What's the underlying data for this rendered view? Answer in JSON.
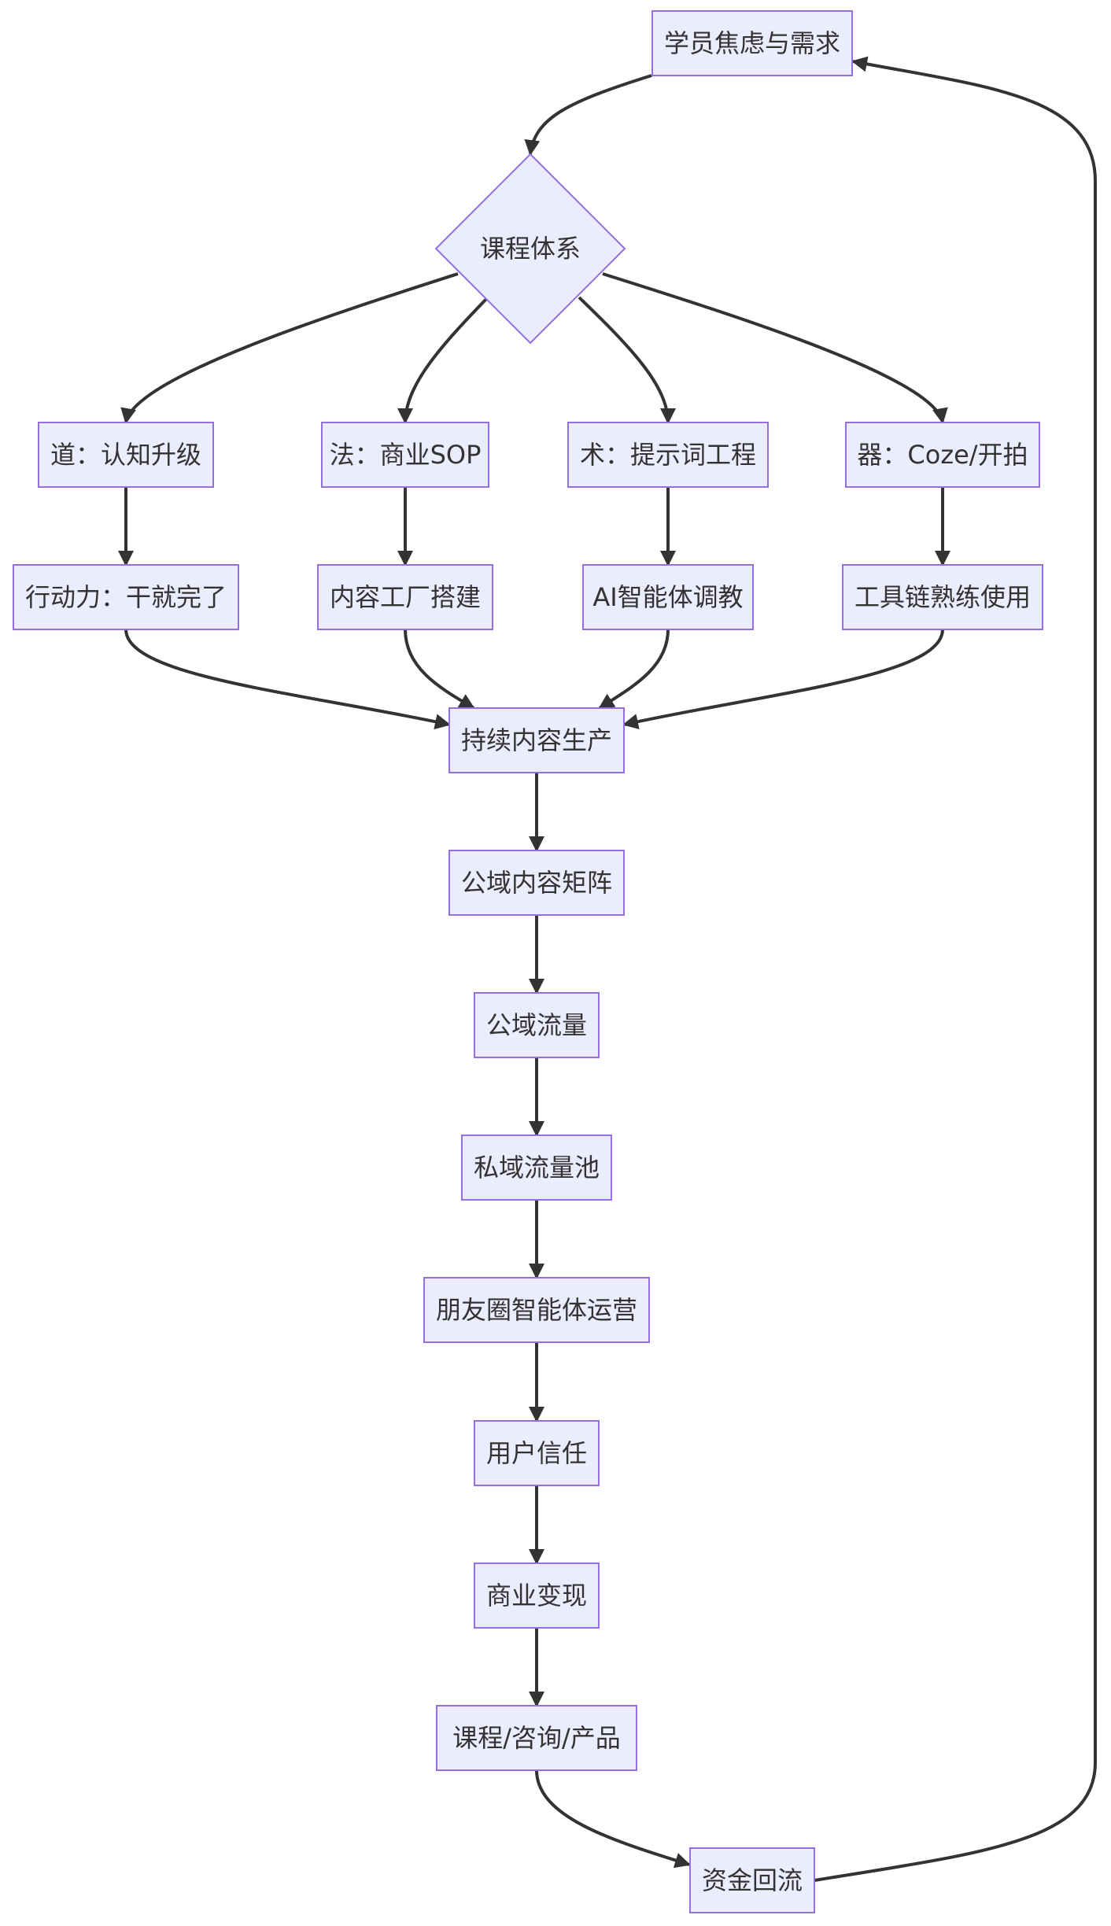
{
  "diagram": {
    "type": "flowchart",
    "colors": {
      "node_fill": "#ececff",
      "node_stroke": "#9370db",
      "edge": "#333333",
      "text": "#333333"
    },
    "nodes": [
      {
        "id": "n1",
        "label": "学员焦虑与需求",
        "shape": "rect"
      },
      {
        "id": "n2",
        "label": "课程体系",
        "shape": "diamond"
      },
      {
        "id": "n3",
        "label": "道：认知升级",
        "shape": "rect"
      },
      {
        "id": "n4",
        "label": "法：商业SOP",
        "shape": "rect"
      },
      {
        "id": "n5",
        "label": "术：提示词工程",
        "shape": "rect"
      },
      {
        "id": "n6",
        "label": "器：Coze/开拍",
        "shape": "rect"
      },
      {
        "id": "n7",
        "label": "行动力：干就完了",
        "shape": "rect"
      },
      {
        "id": "n8",
        "label": "内容工厂搭建",
        "shape": "rect"
      },
      {
        "id": "n9",
        "label": "AI智能体调教",
        "shape": "rect"
      },
      {
        "id": "n10",
        "label": "工具链熟练使用",
        "shape": "rect"
      },
      {
        "id": "n11",
        "label": "持续内容生产",
        "shape": "rect"
      },
      {
        "id": "n12",
        "label": "公域内容矩阵",
        "shape": "rect"
      },
      {
        "id": "n13",
        "label": "公域流量",
        "shape": "rect"
      },
      {
        "id": "n14",
        "label": "私域流量池",
        "shape": "rect"
      },
      {
        "id": "n15",
        "label": "朋友圈智能体运营",
        "shape": "rect"
      },
      {
        "id": "n16",
        "label": "用户信任",
        "shape": "rect"
      },
      {
        "id": "n17",
        "label": "商业变现",
        "shape": "rect"
      },
      {
        "id": "n18",
        "label": "课程/咨询/产品",
        "shape": "rect"
      },
      {
        "id": "n19",
        "label": "资金回流",
        "shape": "rect"
      }
    ],
    "edges": [
      {
        "from": "n1",
        "to": "n2"
      },
      {
        "from": "n2",
        "to": "n3"
      },
      {
        "from": "n2",
        "to": "n4"
      },
      {
        "from": "n2",
        "to": "n5"
      },
      {
        "from": "n2",
        "to": "n6"
      },
      {
        "from": "n3",
        "to": "n7"
      },
      {
        "from": "n4",
        "to": "n8"
      },
      {
        "from": "n5",
        "to": "n9"
      },
      {
        "from": "n6",
        "to": "n10"
      },
      {
        "from": "n7",
        "to": "n11"
      },
      {
        "from": "n8",
        "to": "n11"
      },
      {
        "from": "n9",
        "to": "n11"
      },
      {
        "from": "n10",
        "to": "n11"
      },
      {
        "from": "n11",
        "to": "n12"
      },
      {
        "from": "n12",
        "to": "n13"
      },
      {
        "from": "n13",
        "to": "n14"
      },
      {
        "from": "n14",
        "to": "n15"
      },
      {
        "from": "n15",
        "to": "n16"
      },
      {
        "from": "n16",
        "to": "n17"
      },
      {
        "from": "n17",
        "to": "n18"
      },
      {
        "from": "n18",
        "to": "n19"
      },
      {
        "from": "n19",
        "to": "n1"
      }
    ]
  }
}
